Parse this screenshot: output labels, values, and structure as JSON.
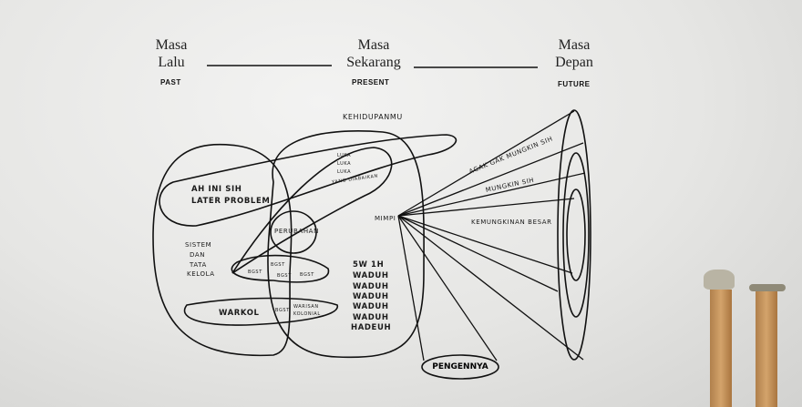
{
  "timeline": {
    "past": {
      "title_line1": "Masa",
      "title_line2": "Lalu",
      "label": "PAST"
    },
    "present": {
      "title_line1": "Masa",
      "title_line2": "Sekarang",
      "label": "PRESENT"
    },
    "future": {
      "title_line1": "Masa",
      "title_line2": "Depan",
      "label": "FUTURE"
    }
  },
  "diagram": {
    "kehidupanmu": "KEHIDUPANMU",
    "ah_ini_sih": "AH INI SIH",
    "later_problem": "LATER PROBLEM",
    "luka": [
      "LUKA",
      "LUKA",
      "LUKA",
      "YANG DIABAIKAN"
    ],
    "perubahan": "PERUBAHAN",
    "sistem": [
      "SISTEM",
      "DAN",
      "TATA",
      "KELOLA"
    ],
    "bgst": "BGST",
    "warkol": "WARKOL",
    "warisan": [
      "WARISAN",
      "KOLONIAL"
    ],
    "waduh": [
      "5W 1H",
      "WADUH",
      "WADUH",
      "WADUH",
      "WADUH",
      "WADUH",
      "HADEUH"
    ],
    "mimpi": "MIMPI",
    "agak_gak_mungkin": "AGAK GAK MUNGKIN SIH",
    "mungkin_sih": "MUNGKIN SIH",
    "kemungkinan_besar": "KEMUNGKINAN BESAR",
    "pegennya": "PENGENNYA"
  }
}
